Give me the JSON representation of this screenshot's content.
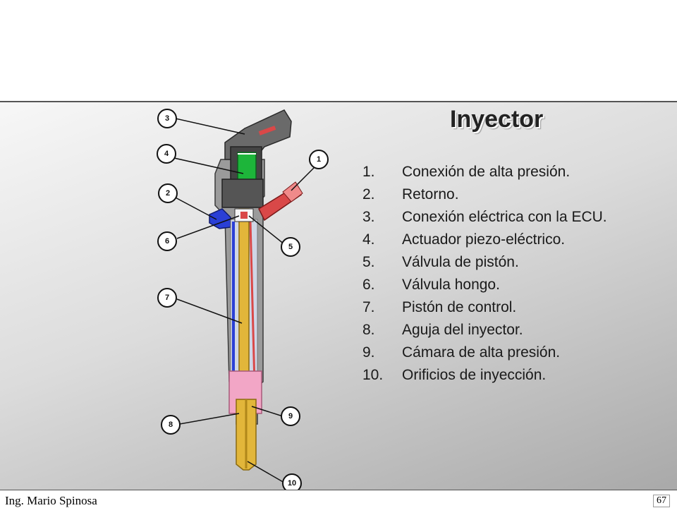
{
  "title": "Inyector",
  "parts": [
    {
      "number": "1.",
      "label": "Conexión de alta presión."
    },
    {
      "number": "2.",
      "label": "Retorno."
    },
    {
      "number": "3.",
      "label": "Conexión eléctrica con la ECU."
    },
    {
      "number": "4.",
      "label": "Actuador piezo-eléctrico."
    },
    {
      "number": "5.",
      "label": "Válvula de pistón."
    },
    {
      "number": "6.",
      "label": "Válvula hongo."
    },
    {
      "number": "7.",
      "label": "Pistón de control."
    },
    {
      "number": "8.",
      "label": "Aguja del inyector."
    },
    {
      "number": "9.",
      "label": "Cámara de alta presión."
    },
    {
      "number": "10.",
      "label": "Orificios de inyección."
    }
  ],
  "callouts": [
    "1",
    "2",
    "3",
    "4",
    "5",
    "6",
    "7",
    "8",
    "9",
    "10"
  ],
  "footer": {
    "author": "Ing. Mario Spinosa",
    "page": "67"
  },
  "colors": {
    "actuator": "#1db53a",
    "return": "#2a3fd6",
    "high_pressure": "#d94848",
    "control_piston": "#e2b63a",
    "chamber": "#f2a6c6",
    "body": "#9b9b9b"
  }
}
